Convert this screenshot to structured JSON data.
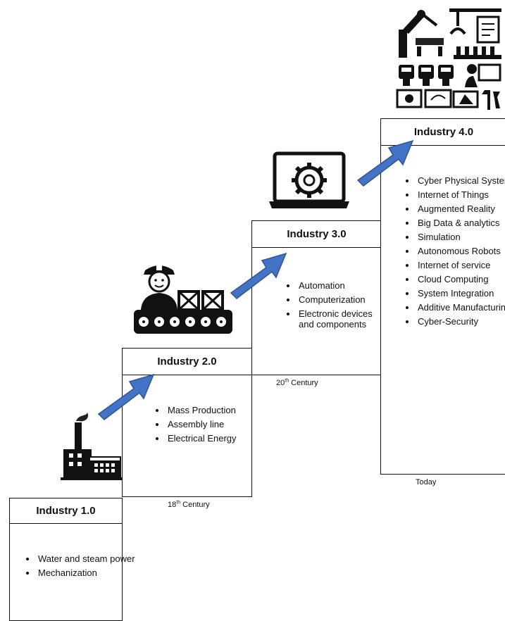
{
  "stages": [
    {
      "title": "Industry 1.0",
      "items": [
        "Water and steam power",
        "Mechanization"
      ],
      "era": null
    },
    {
      "title": "Industry 2.0",
      "items": [
        "Mass Production",
        "Assembly line",
        "Electrical Energy"
      ],
      "era": {
        "num": "18",
        "sup": "th",
        "rest": " Century"
      }
    },
    {
      "title": "Industry 3.0",
      "items": [
        "Automation",
        "Computerization",
        "Electronic devices and components"
      ],
      "era": {
        "num": "20",
        "sup": "th",
        "rest": " Century"
      }
    },
    {
      "title": "Industry 4.0",
      "items": [
        "Cyber Physical System",
        "Internet of Things",
        "Augmented Reality",
        "Big Data & analytics",
        "Simulation",
        "Autonomous Robots",
        "Internet of service",
        "Cloud Computing",
        "System Integration",
        "Additive Manufacturing",
        "Cyber-Security"
      ],
      "era": {
        "num": "Today",
        "sup": "",
        "rest": ""
      }
    }
  ],
  "icons": [
    "factory-icon",
    "worker-conveyor-icon",
    "laptop-gear-icon",
    "robotics-automation-icon"
  ],
  "colors": {
    "arrow": "#4472C4",
    "line": "#111111"
  }
}
